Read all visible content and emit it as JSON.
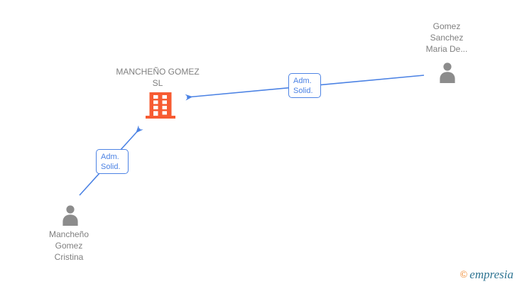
{
  "diagram": {
    "company": {
      "name": "MANCHEÑO GOMEZ SL",
      "icon": "building-icon"
    },
    "persons": [
      {
        "name": "Gomez Sanchez Maria De...",
        "icon": "person-icon",
        "position": "top-right"
      },
      {
        "name": "Mancheño Gomez Cristina",
        "icon": "person-icon",
        "position": "bottom-left"
      }
    ],
    "relationships": [
      {
        "from": "Mancheño Gomez Cristina",
        "to": "MANCHEÑO GOMEZ SL",
        "label": "Adm. Solid."
      },
      {
        "from": "Gomez Sanchez Maria De...",
        "to": "MANCHEÑO GOMEZ SL",
        "label": "Adm. Solid."
      }
    ]
  },
  "watermark": {
    "copyright": "©",
    "brand": "empresia"
  },
  "colors": {
    "accent_blue": "#4b82e4",
    "node_text": "#7f7f7f",
    "person_gray": "#8c8c8c",
    "building_orange": "#f75b32",
    "logo_orange": "#ef7d1a",
    "logo_teal": "#2e7492",
    "bg": "#ffffff"
  }
}
